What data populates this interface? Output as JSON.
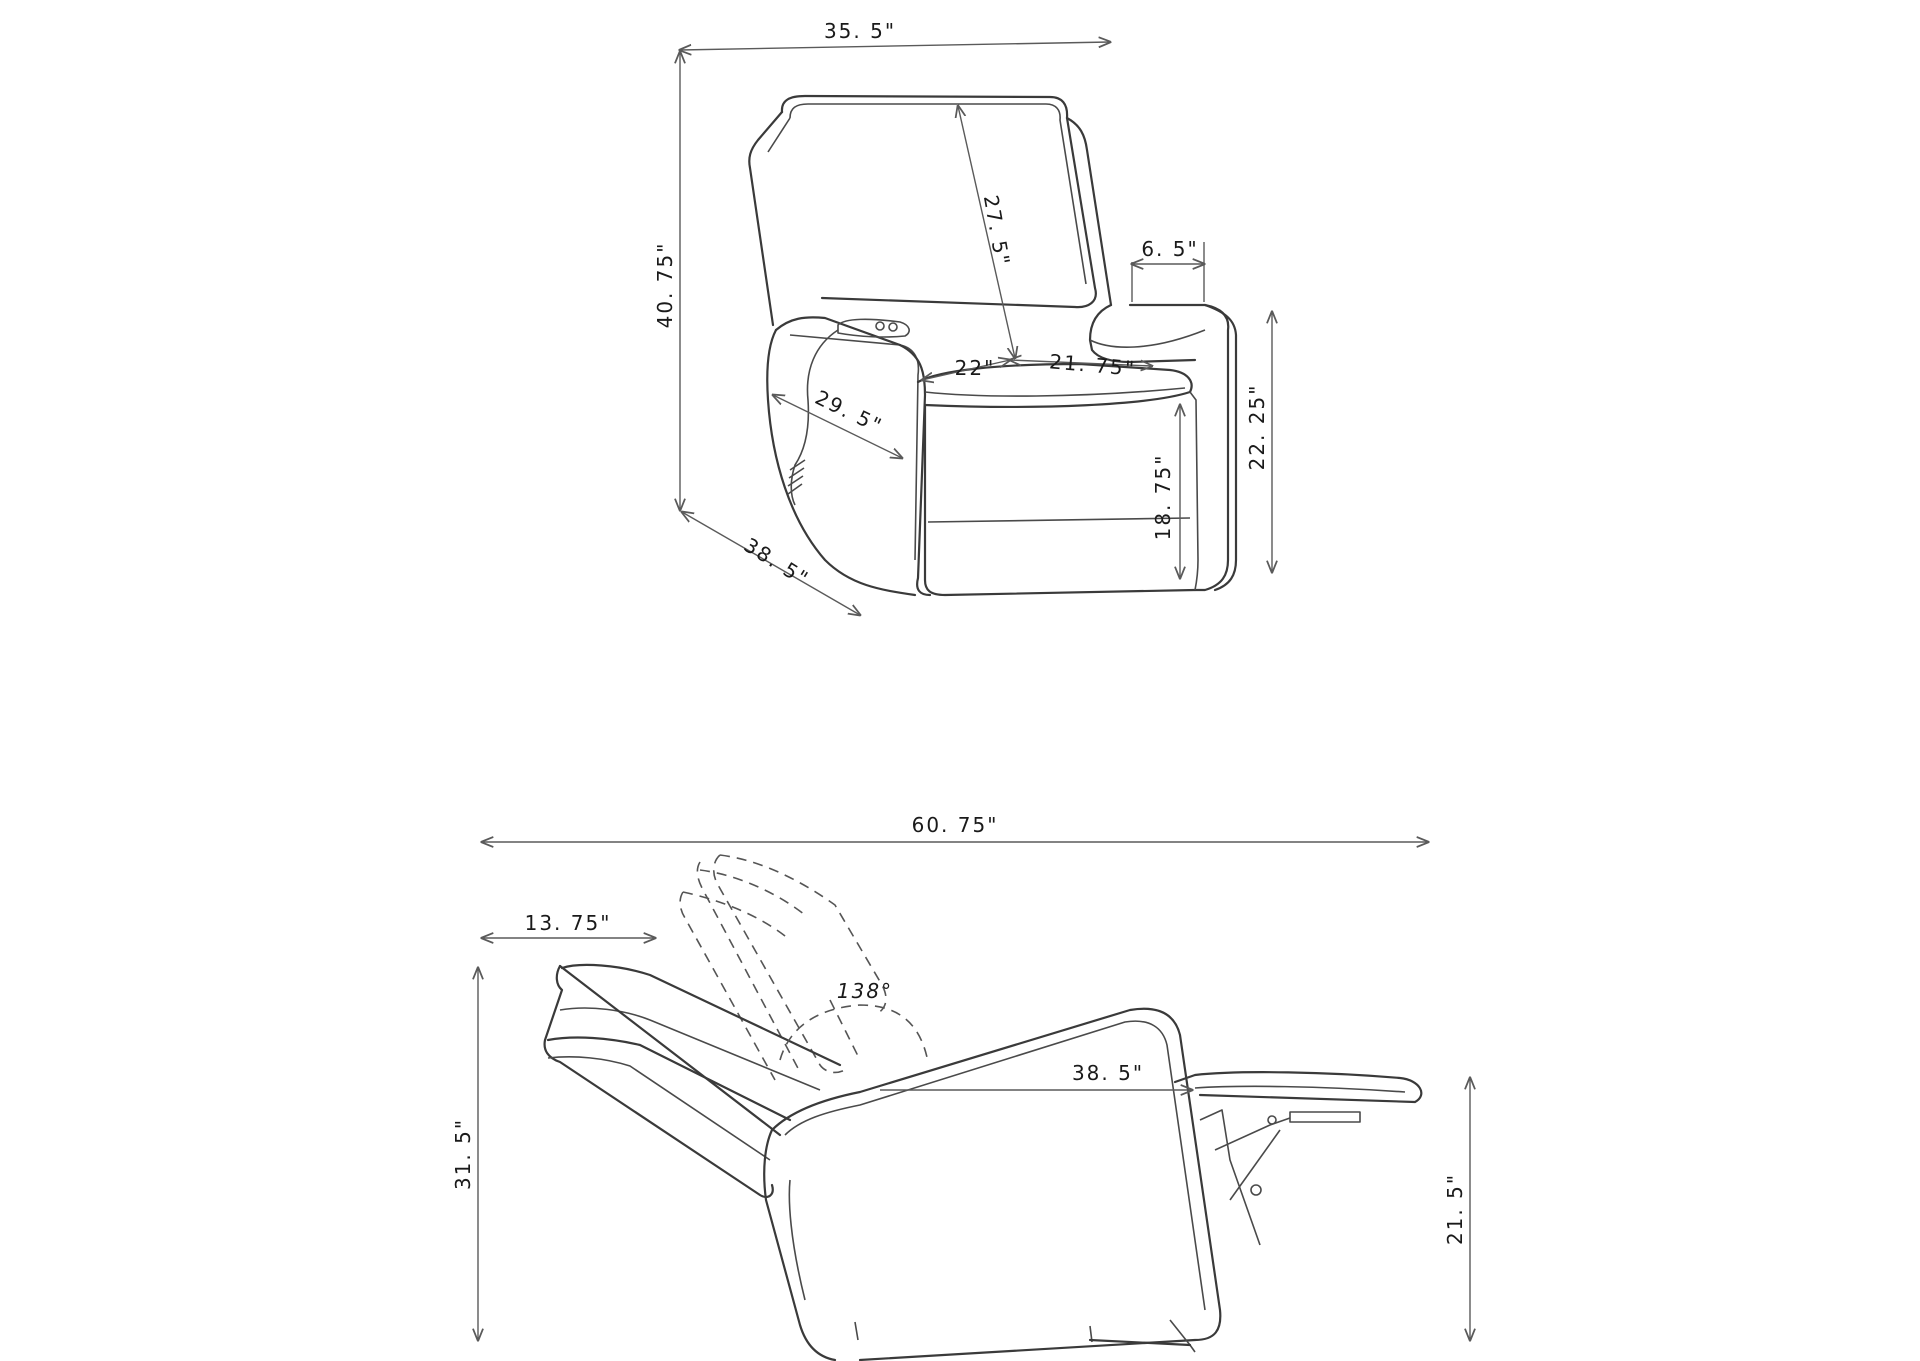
{
  "front_view": {
    "overall_width": "35. 5\"",
    "overall_height": "40. 75\"",
    "back_height": "27. 5\"",
    "arm_width": "6. 5\"",
    "seat_width": "22\"",
    "seat_depth": "21. 75\"",
    "arm_height": "22. 25\"",
    "side_depth": "29. 5\"",
    "seat_height": "18. 75\"",
    "overall_depth": "38. 5\""
  },
  "side_view": {
    "reclined_length": "60. 75\"",
    "wall_clearance": "13. 75\"",
    "recline_angle": "138°",
    "reclined_height": "31. 5\"",
    "footrest_height": "21. 5\"",
    "seat_length": "38. 5\""
  },
  "colors": {
    "line": "#3a3a3a",
    "background": "#ffffff"
  }
}
